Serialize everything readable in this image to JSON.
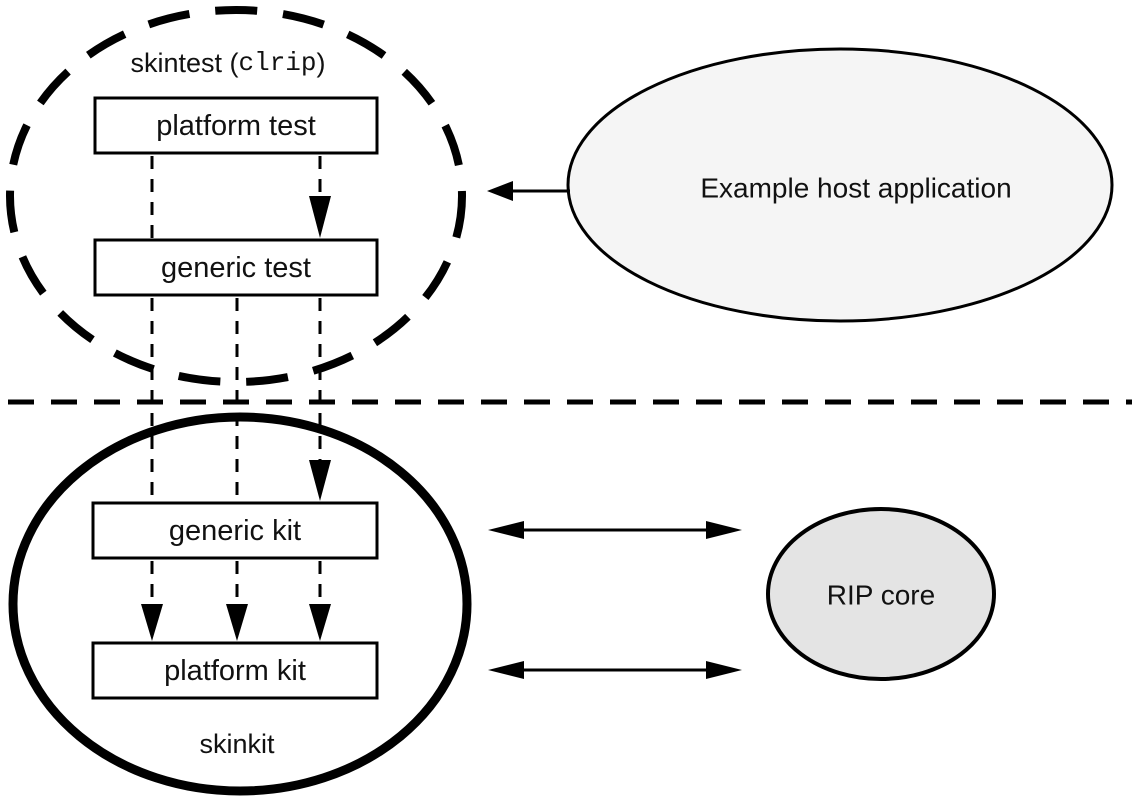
{
  "diagram": {
    "skintest_group": {
      "label_prefix": "skintest (",
      "label_code": "clrip",
      "label_suffix": ")",
      "platform_test_label": "platform test",
      "generic_test_label": "generic test"
    },
    "host_ellipse": {
      "label": "Example host application",
      "fill": "#f5f5f5"
    },
    "skinkit_group": {
      "label": "skinkit",
      "generic_kit_label": "generic kit",
      "platform_kit_label": "platform kit"
    },
    "rip_core_ellipse": {
      "label": "RIP core",
      "fill": "#e4e4e4"
    },
    "colors": {
      "stroke": "#000000",
      "box_fill": "#ffffff",
      "background": "#ffffff"
    }
  }
}
